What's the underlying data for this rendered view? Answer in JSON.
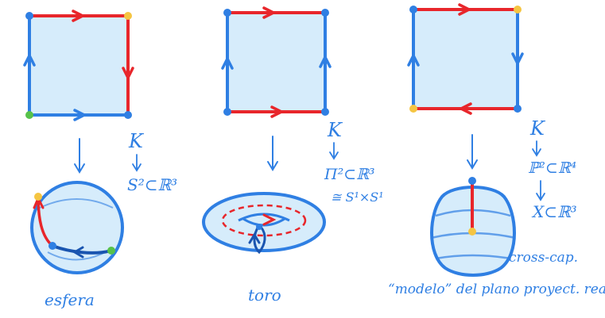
{
  "colors": {
    "blue": "#2f7fe3",
    "red": "#e8262b",
    "fill": "#d6ecfb",
    "yellow": "#f5c542",
    "green": "#57c24a",
    "dark_blue": "#1a55b0"
  },
  "panels": [
    {
      "id": "sphere",
      "square_label": "K",
      "map_label": "S²⊂ℝ³",
      "surface_label": "esfera"
    },
    {
      "id": "torus",
      "square_label": "K",
      "map_label": "Π²⊂ℝ³",
      "map_label2": "≅ S¹×S¹",
      "surface_label": "toro"
    },
    {
      "id": "projective",
      "square_label": "K",
      "map_label": "ℙ²⊂ℝ⁴",
      "map_label2": "X⊂ℝ³",
      "surface_note": "cross-cap.",
      "surface_label": "“modelo” del plano proyect. real"
    }
  ]
}
